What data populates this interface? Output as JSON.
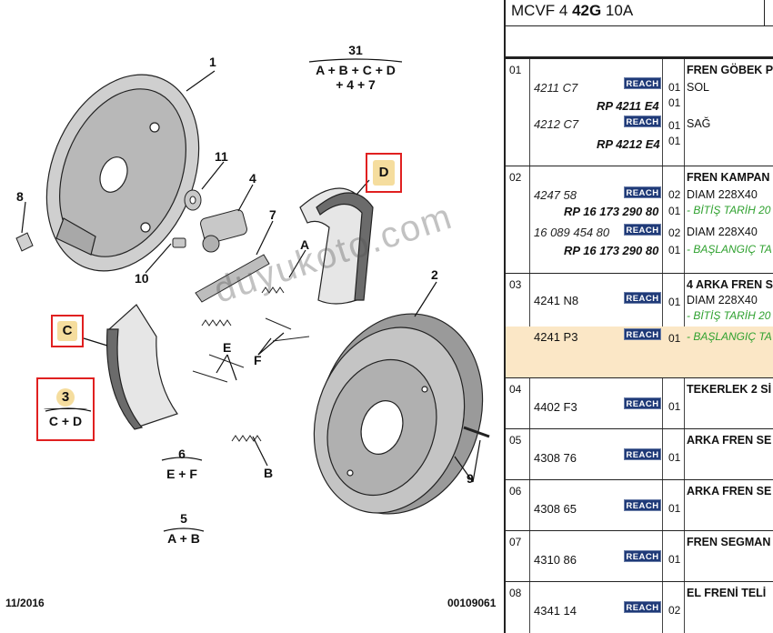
{
  "diagram": {
    "labels": {
      "n1": "1",
      "n2": "2",
      "n4": "4",
      "n7": "7",
      "n8": "8",
      "n9": "9",
      "n10": "10",
      "n11": "11",
      "A": "A",
      "B": "B",
      "E": "E",
      "F": "F"
    },
    "group31": {
      "num": "31",
      "line1": "A + B + C + D",
      "line2": "+ 4 + 7"
    },
    "group6": {
      "num": "6",
      "line1": "E + F"
    },
    "group5": {
      "num": "5",
      "line1": "A + B"
    },
    "group3": {
      "num": "3",
      "line1": "C + D"
    },
    "boxC": "C",
    "boxD": "D",
    "date": "11/2016",
    "code": "00109061",
    "watermark": "duyukoto.com"
  },
  "table": {
    "header": {
      "model_a": "MCVF 4 ",
      "model_b": "42G",
      "model_c": " 10A"
    },
    "badge": "REACH",
    "rows": [
      {
        "idx": "01",
        "title": "FREN GÖBEK P",
        "lines": [
          {
            "ref": "4211 C7",
            "qty": "01",
            "desc": "SOL"
          },
          {
            "ref": "RP 4211 E4",
            "qty": "01",
            "desc": ""
          },
          {
            "ref": "4212 C7",
            "qty": "01",
            "desc": "SAĞ"
          },
          {
            "ref": "RP 4212 E4",
            "qty": "01",
            "desc": ""
          }
        ]
      },
      {
        "idx": "02",
        "title": "FREN KAMPAN",
        "lines": [
          {
            "ref": "4247 58",
            "qty": "02",
            "desc": "DIAM 228X40"
          },
          {
            "ref": "RP 16 173 290 80",
            "qty": "01",
            "desc": "- BİTİŞ TARİH 20"
          },
          {
            "ref": "16 089 454 80",
            "qty": "02",
            "desc": "DIAM 228X40"
          },
          {
            "ref": "RP 16 173 290 80",
            "qty": "01",
            "desc": "- BAŞLANGIÇ TA"
          }
        ]
      },
      {
        "idx": "03",
        "title": "4 ARKA FREN S",
        "lines": [
          {
            "ref": "4241 N8",
            "qty": "01",
            "desc": "DIAM 228X40"
          },
          {
            "ref": "",
            "qty": "",
            "desc": "- BİTİŞ TARİH 20"
          },
          {
            "ref": "4241 P3",
            "qty": "01",
            "desc": "- BAŞLANGIÇ TA"
          }
        ]
      },
      {
        "idx": "04",
        "ref": "4402 F3",
        "qty": "01",
        "title": "TEKERLEK 2 Sİ"
      },
      {
        "idx": "05",
        "ref": "4308 76",
        "qty": "01",
        "title": "ARKA FREN SE"
      },
      {
        "idx": "06",
        "ref": "4308 65",
        "qty": "01",
        "title": "ARKA FREN SE"
      },
      {
        "idx": "07",
        "ref": "4310 86",
        "qty": "01",
        "title": "FREN SEGMAN"
      },
      {
        "idx": "08",
        "ref": "4341 14",
        "qty": "02",
        "title": "EL FRENİ TELİ"
      }
    ]
  }
}
